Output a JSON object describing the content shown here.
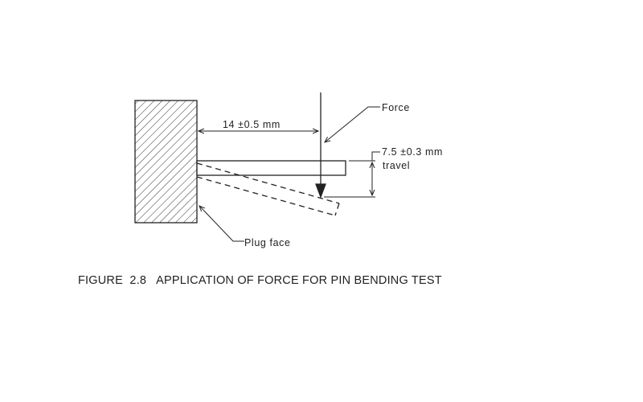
{
  "diagram": {
    "labels": {
      "length_dimension": "14 ±0.5 mm",
      "force": "Force",
      "travel_dimension": "7.5 ±0.3 mm",
      "travel": "travel",
      "plug_face": "Plug face"
    },
    "caption": "FIGURE  2.8   APPLICATION OF FORCE FOR PIN BENDING TEST"
  }
}
